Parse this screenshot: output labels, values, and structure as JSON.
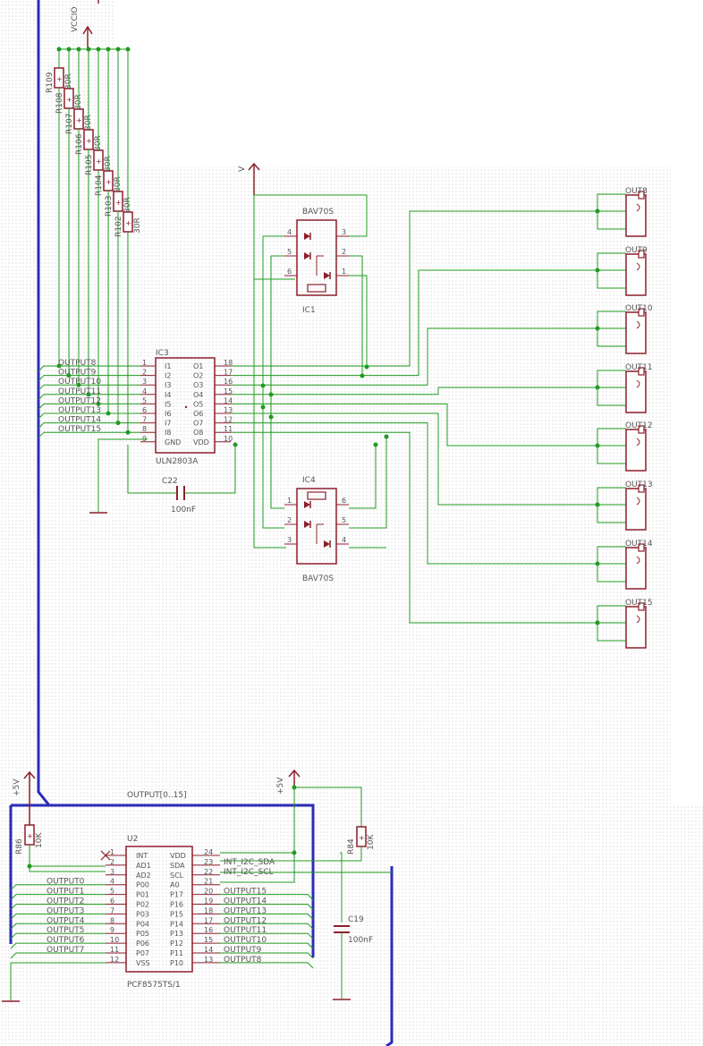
{
  "colors": {
    "wire": "#1f9b1f",
    "part": "#8c1f2b",
    "bus": "#2b2bb8",
    "text": "#555555",
    "grid": "#c8c8c8"
  },
  "supply": {
    "vcc_top": "VCCIO",
    "v_top": "V",
    "p5v_left": "+5V",
    "p5v_mid": "+5V"
  },
  "resistors": [
    {
      "name": "R109",
      "value": "30R"
    },
    {
      "name": "R108",
      "value": "30R"
    },
    {
      "name": "R107",
      "value": "30R"
    },
    {
      "name": "R106",
      "value": "30R"
    },
    {
      "name": "R105",
      "value": "30R"
    },
    {
      "name": "R104",
      "value": "30R"
    },
    {
      "name": "R103",
      "value": "30R"
    },
    {
      "name": "R102",
      "value": "30R"
    }
  ],
  "ic3": {
    "name": "IC3",
    "part": "ULN2803A",
    "left_pins": [
      {
        "num": "1",
        "label": "I1"
      },
      {
        "num": "2",
        "label": "I2"
      },
      {
        "num": "3",
        "label": "I3"
      },
      {
        "num": "4",
        "label": "I4"
      },
      {
        "num": "5",
        "label": "I5"
      },
      {
        "num": "6",
        "label": "I6"
      },
      {
        "num": "7",
        "label": "I7"
      },
      {
        "num": "8",
        "label": "I8"
      },
      {
        "num": "9",
        "label": "GND"
      }
    ],
    "right_pins": [
      {
        "num": "18",
        "label": "O1"
      },
      {
        "num": "17",
        "label": "O2"
      },
      {
        "num": "16",
        "label": "O3"
      },
      {
        "num": "15",
        "label": "O4"
      },
      {
        "num": "14",
        "label": "O5"
      },
      {
        "num": "13",
        "label": "O6"
      },
      {
        "num": "12",
        "label": "O7"
      },
      {
        "num": "11",
        "label": "O8"
      },
      {
        "num": "10",
        "label": "VDD"
      }
    ]
  },
  "net_outputs_ic3": [
    "OUTPUT8",
    "OUTPUT9",
    "OUTPUT10",
    "OUTPUT11",
    "OUTPUT12",
    "OUTPUT13",
    "OUTPUT14",
    "OUTPUT15"
  ],
  "ic1": {
    "name": "IC1",
    "part": "BAV70S",
    "pins_left": [
      "4",
      "5",
      "6"
    ],
    "pins_right": [
      "3",
      "2",
      "1"
    ]
  },
  "ic4": {
    "name": "IC4",
    "part": "BAV70S",
    "pins_left": [
      "1",
      "2",
      "3"
    ],
    "pins_right": [
      "6",
      "5",
      "4"
    ]
  },
  "c22": {
    "name": "C22",
    "value": "100nF"
  },
  "connectors": [
    "OUT8",
    "OUT9",
    "OUT10",
    "OUT11",
    "OUT12",
    "OUT13",
    "OUT14",
    "OUT15"
  ],
  "bus_label": "OUTPUT[0..15]",
  "u2": {
    "name": "U2",
    "part": "PCF8575TS/1",
    "left_pins": [
      {
        "num": "1",
        "label": "INT"
      },
      {
        "num": "2",
        "label": "AD1"
      },
      {
        "num": "3",
        "label": "AD2"
      },
      {
        "num": "4",
        "label": "P00"
      },
      {
        "num": "5",
        "label": "P01"
      },
      {
        "num": "6",
        "label": "P02"
      },
      {
        "num": "7",
        "label": "P03"
      },
      {
        "num": "8",
        "label": "P04"
      },
      {
        "num": "9",
        "label": "P05"
      },
      {
        "num": "10",
        "label": "P06"
      },
      {
        "num": "11",
        "label": "P07"
      },
      {
        "num": "12",
        "label": "VSS"
      }
    ],
    "right_pins": [
      {
        "num": "24",
        "label": "VDD"
      },
      {
        "num": "23",
        "label": "SDA"
      },
      {
        "num": "22",
        "label": "SCL"
      },
      {
        "num": "21",
        "label": "A0"
      },
      {
        "num": "20",
        "label": "P17"
      },
      {
        "num": "19",
        "label": "P16"
      },
      {
        "num": "18",
        "label": "P15"
      },
      {
        "num": "17",
        "label": "P14"
      },
      {
        "num": "16",
        "label": "P13"
      },
      {
        "num": "15",
        "label": "P12"
      },
      {
        "num": "14",
        "label": "P11"
      },
      {
        "num": "13",
        "label": "P10"
      }
    ]
  },
  "u2_left_nets": [
    "OUTPUT0",
    "OUTPUT1",
    "OUTPUT2",
    "OUTPUT3",
    "OUTPUT4",
    "OUTPUT5",
    "OUTPUT6",
    "OUTPUT7"
  ],
  "u2_right_nets": [
    "INT_I2C_SDA",
    "INT_I2C_SCL",
    "OUTPUT15",
    "OUTPUT14",
    "OUTPUT13",
    "OUTPUT12",
    "OUTPUT11",
    "OUTPUT10",
    "OUTPUT9",
    "OUTPUT8"
  ],
  "r86": {
    "name": "R86",
    "value": "10K"
  },
  "r84": {
    "name": "R84",
    "value": "10K"
  },
  "c19": {
    "name": "C19",
    "value": "100nF"
  }
}
